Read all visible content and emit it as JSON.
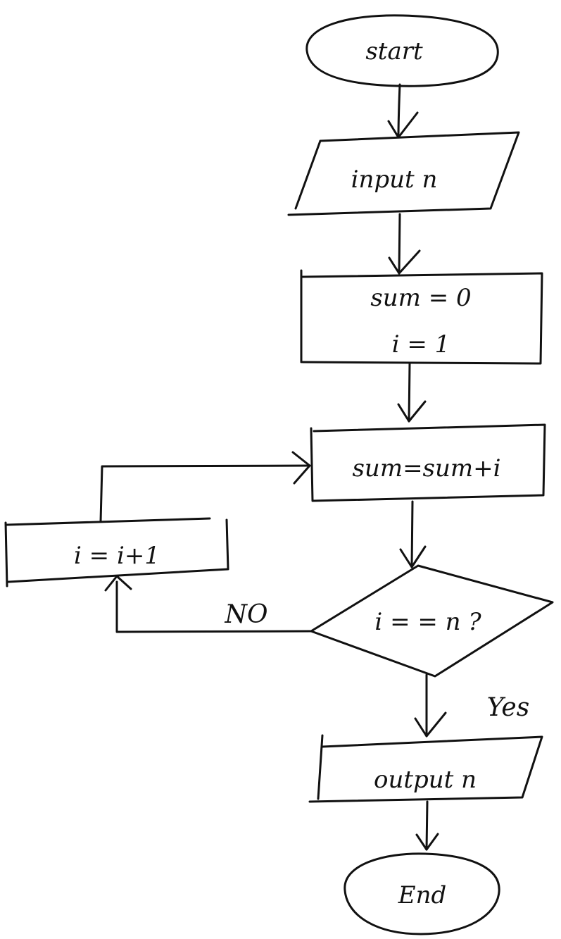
{
  "diagram": {
    "type": "flowchart",
    "nodes": {
      "start": {
        "shape": "terminal",
        "label": "start"
      },
      "input": {
        "shape": "io",
        "label": "input n"
      },
      "init": {
        "shape": "process",
        "line1": "sum = 0",
        "line2": "i = 1"
      },
      "accumulate": {
        "shape": "process",
        "label": "sum=sum+i"
      },
      "increment": {
        "shape": "process",
        "label": "i = i+1"
      },
      "decision": {
        "shape": "decision",
        "label": "i = = n ?"
      },
      "output": {
        "shape": "io",
        "label": "output n"
      },
      "end": {
        "shape": "terminal",
        "label": "End"
      }
    },
    "edges": [
      {
        "from": "start",
        "to": "input",
        "label": ""
      },
      {
        "from": "input",
        "to": "init",
        "label": ""
      },
      {
        "from": "init",
        "to": "accumulate",
        "label": ""
      },
      {
        "from": "accumulate",
        "to": "decision",
        "label": ""
      },
      {
        "from": "decision",
        "to": "increment",
        "label": "NO"
      },
      {
        "from": "increment",
        "to": "accumulate",
        "label": ""
      },
      {
        "from": "decision",
        "to": "output",
        "label": "Yes"
      },
      {
        "from": "output",
        "to": "end",
        "label": ""
      }
    ],
    "stroke_color": "#111111",
    "background_color": "#ffffff"
  }
}
